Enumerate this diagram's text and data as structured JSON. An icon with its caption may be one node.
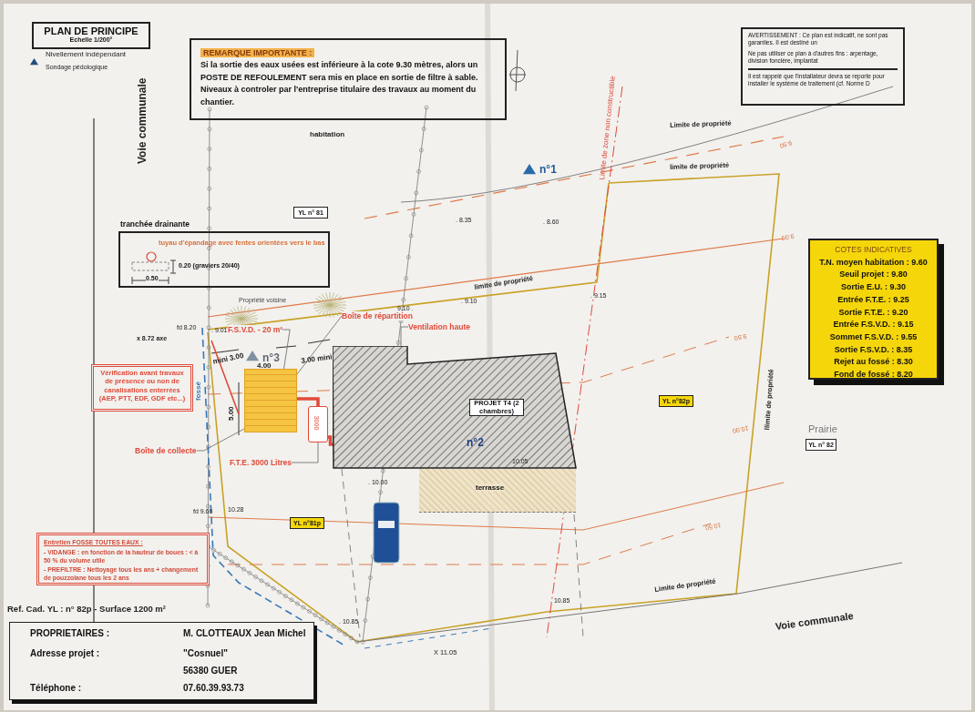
{
  "diagram": {
    "nodes": [
      {
        "text": [
          "PLAN DE PRINCIPE",
          "Echelle 1/200°"
        ]
      },
      {
        "text": [
          "REMARQUE IMPORTANTE :",
          "Si la sortie des eaux usées est inférieure à la cote 9.30 mètres, alors un POSTE DE REFOULEMENT sera mis en place en sortie de filtre à sable.",
          "Niveaux à controler par l'entreprise titulaire des travaux au moment du chantier."
        ]
      },
      {
        "text": [
          "AVERTISSEMENT : Ce plan est indicatif, ne sont pas garanties. Il est destiné un",
          "Ne pas utiliser ce plan à d'autres fins : arpentage, division foncière, implantat",
          "Il est rappelé que l'installateur devra se reporte pour installer le système de traitement (cf. Norme D"
        ]
      },
      {
        "text": [
          "tranchée drainante",
          "tuyau d'épandage avec fentes orientées vers le bas",
          "0.20 (graviers 20/40)",
          "0.50"
        ]
      },
      {
        "text": [
          "COTES INDICATIVES",
          "T.N. moyen habitation : 9.60",
          "Seuil projet : 9.80",
          "Sortie E.U. : 9.30",
          "Entrée F.T.E. : 9.25",
          "Sortie F.T.E. : 9.20",
          "Entrée F.S.V.D. : 9.15",
          "Sommet F.S.V.D. : 9.55",
          "Sortie F.S.V.D. : 8.35",
          "Rejet au fossé : 8.30",
          "Fond de fossé : 8.20"
        ]
      },
      {
        "text": [
          "Vérification avant travaux de présence ou non de canalisations enterrées (AEP, PTT, EDF, GDF etc...)"
        ]
      },
      {
        "text": [
          "Entretien FOSSE TOUTES EAUX :",
          "- VIDANGE : en fonction de la hauteur de boues : < à 50 % du volume utile",
          "- PREFILTRE : Nettoyage tous les ans + changement de pouzzolane tous les 2 ans"
        ]
      },
      {
        "text": [
          "PROPRIETAIRES :",
          "M. CLOTTEAUX Jean Michel",
          "Adresse projet :",
          "\"Cosnuel\"",
          "56380 GUER",
          "Téléphone :",
          "07.60.39.93.73"
        ]
      },
      {
        "text": [
          "PROJET T4 (2 chambres)"
        ]
      },
      {
        "text": [
          "terrasse"
        ]
      },
      {
        "text": [],
        "shape": "box"
      },
      {
        "text": [
          "3000"
        ]
      },
      {
        "text": [
          "F.S.V.D. - 20 m²"
        ]
      },
      {
        "text": [
          "Boîte de répartition"
        ]
      },
      {
        "text": [
          "Ventilation haute"
        ]
      },
      {
        "text": [
          "Boîte de collecte"
        ]
      },
      {
        "text": [
          "F.T.E. 3000 Litres"
        ]
      },
      {
        "text": [
          "YL n° 81"
        ]
      },
      {
        "text": [
          "YL n°82p"
        ]
      },
      {
        "text": [
          "YL n°81p"
        ]
      },
      {
        "text": [
          "YL n° 82"
        ]
      }
    ],
    "edges": [
      {
        "from": 11,
        "to": 8,
        "arrow": "none",
        "style": "thick",
        "color": "#e04a3a"
      },
      {
        "from": 10,
        "to": 11,
        "arrow": "none",
        "style": "thick",
        "color": "#e04a3a"
      },
      {
        "from": 12,
        "to": 10,
        "arrow": "none"
      },
      {
        "from": 13,
        "to": 10,
        "arrow": "none"
      },
      {
        "from": 14,
        "to": 8,
        "arrow": "none"
      },
      {
        "from": 15,
        "to": 10,
        "arrow": "none"
      },
      {
        "from": 16,
        "to": 11,
        "arrow": "none"
      }
    ],
    "labels": [
      "Nivellement indépendant",
      "Sondage pédologique",
      "Voie communale",
      "habitation",
      "Limite de propriété",
      "limite de propriété",
      "Limite de zone non constructible",
      "n°1",
      "9.50",
      ". 8.35",
      ". 8.60",
      "9.00",
      "Propriété voisine",
      "9.10 .",
      ". 9.10",
      "limite de propriété",
      ". 9.15",
      "fd 8.20",
      ". 9.01",
      "x 8.72 axe",
      "mini 3.00",
      "4.00",
      "3.00 mini",
      "n°3",
      "5.00",
      "fossé",
      "9.50",
      "n°2",
      "10.00",
      "Prairie",
      ". 10.00",
      "10.05",
      "fd 9.66",
      "10.28",
      "llimite de propriété",
      "10.50",
      "Ref. Cad. YL : n° 82p - Surface 1200 m²",
      ". 10.85",
      ". 10.85",
      "Limite de propriété",
      "X 11.05",
      "Voie communale"
    ]
  }
}
